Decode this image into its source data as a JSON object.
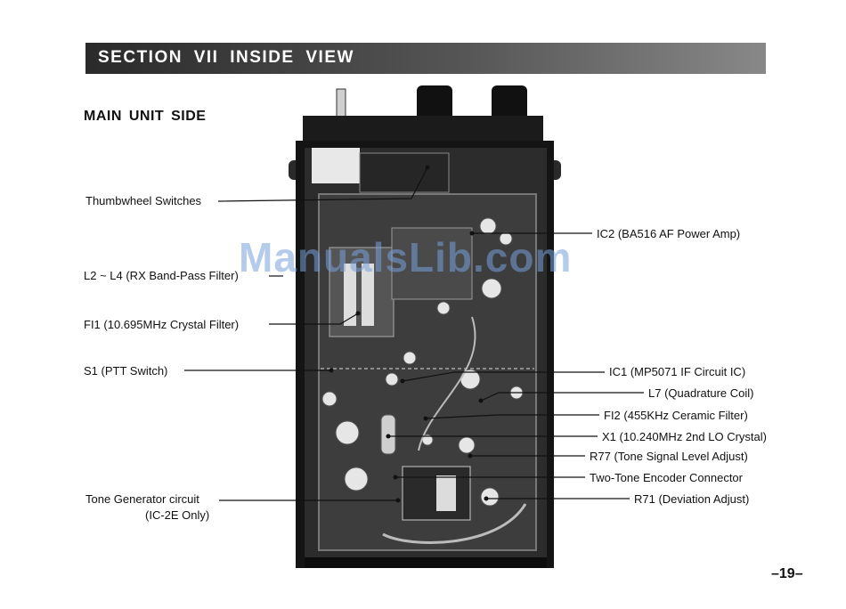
{
  "header": {
    "section_title": "SECTION VII INSIDE VIEW"
  },
  "subtitle": "MAIN UNIT SIDE",
  "labels_left": [
    "Thumbwheel Switches",
    "L2 ~ L4 (RX Band-Pass Filter)",
    "FI1 (10.695MHz Crystal Filter)",
    "S1 (PTT Switch)",
    "Tone Generator circuit",
    "(IC-2E Only)"
  ],
  "labels_right": [
    "IC2 (BA516 AF Power Amp)",
    "IC1 (MP5071 IF Circuit IC)",
    "L7 (Quadrature Coil)",
    "FI2 (455KHz Ceramic Filter)",
    "X1 (10.240MHz 2nd LO Crystal)",
    "R77 (Tone Signal Level Adjust)",
    "Two-Tone Encoder Connector",
    "R71 (Deviation Adjust)"
  ],
  "watermark": "ManualsLib.com",
  "page_number": "–19–"
}
